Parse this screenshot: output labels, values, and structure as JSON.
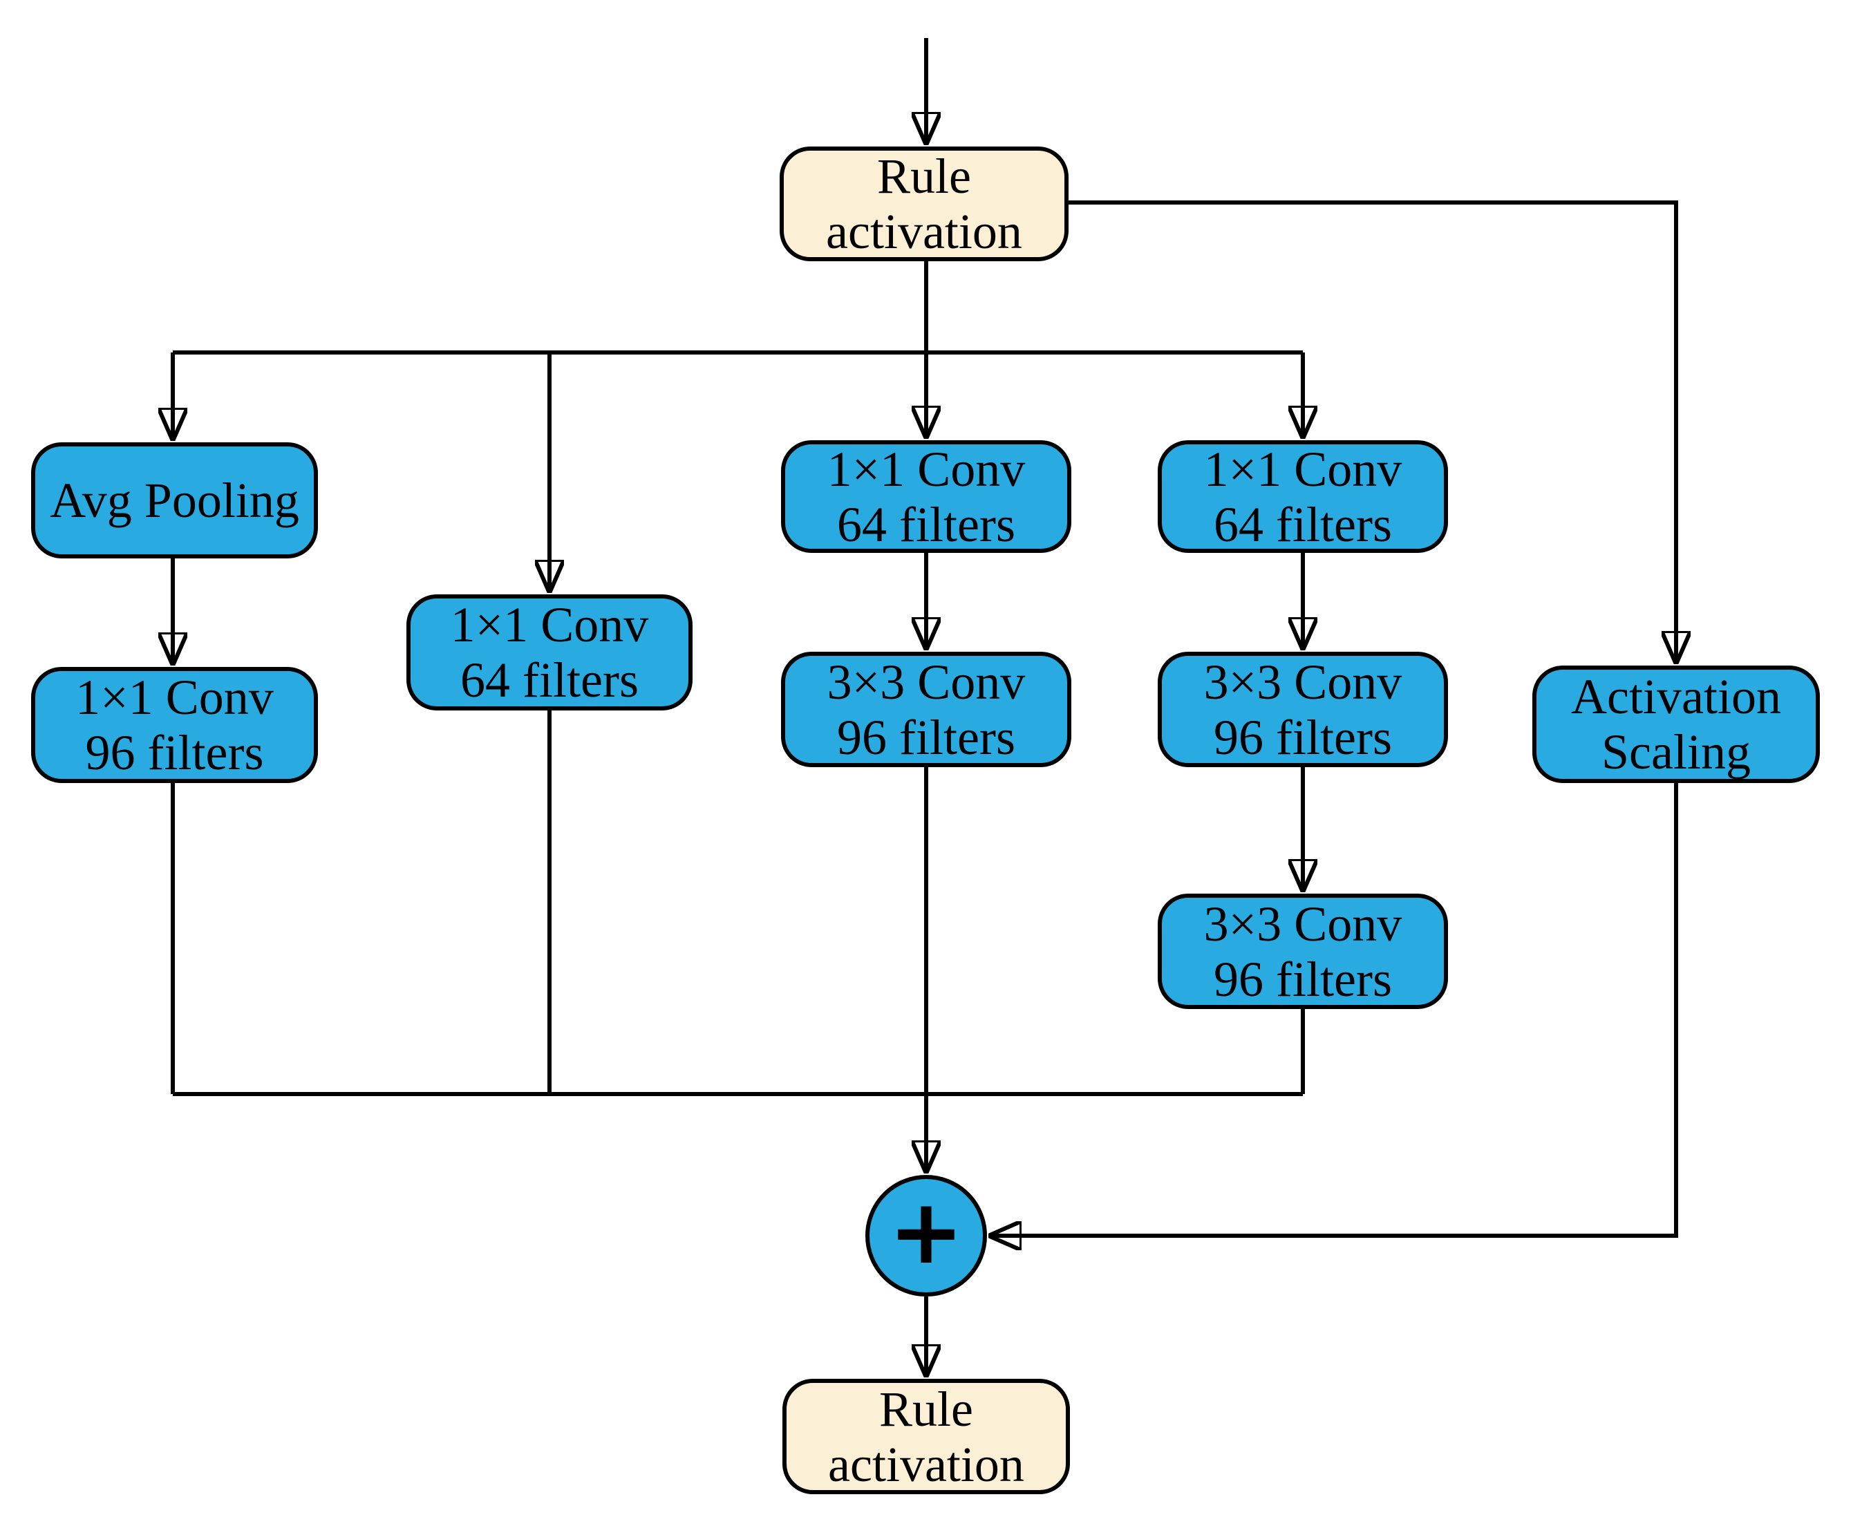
{
  "diagram": {
    "colors": {
      "node_blue": "#29ABE2",
      "node_cream": "#FBF0D5",
      "line": "#000000"
    },
    "nodes": {
      "input_rule_activation": {
        "line1": "Rule",
        "line2": "activation"
      },
      "avg_pooling": {
        "line1": "Avg Pooling"
      },
      "b1_conv": {
        "line1": "1×1 Conv",
        "line2": "96 filters"
      },
      "b2_conv": {
        "line1": "1×1 Conv",
        "line2": "64 filters"
      },
      "b3_conv1": {
        "line1": "1×1 Conv",
        "line2": "64 filters"
      },
      "b3_conv2": {
        "line1": "3×3 Conv",
        "line2": "96 filters"
      },
      "b4_conv1": {
        "line1": "1×1 Conv",
        "line2": "64 filters"
      },
      "b4_conv2": {
        "line1": "3×3 Conv",
        "line2": "96 filters"
      },
      "b4_conv3": {
        "line1": "3×3 Conv",
        "line2": "96 filters"
      },
      "activation_scaling": {
        "line1": "Activation",
        "line2": "Scaling"
      },
      "sum": {
        "symbol": "+"
      },
      "output_rule_activation": {
        "line1": "Rule",
        "line2": "activation"
      }
    }
  }
}
